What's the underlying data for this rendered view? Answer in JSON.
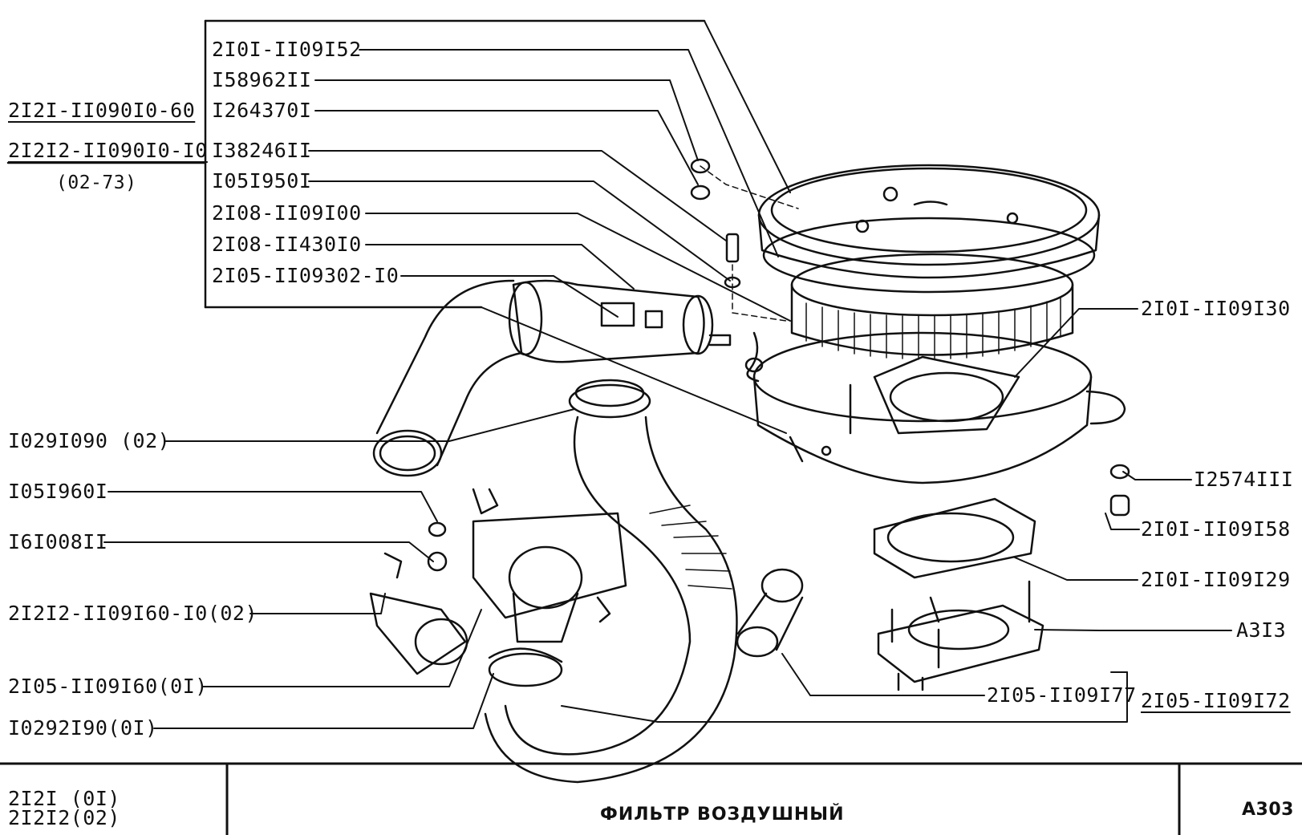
{
  "callouts": {
    "p2101_1109152": "2I0I-II09I52",
    "p15896211": "I58962II",
    "p12643701": "I264370I",
    "p13824611": "I38246II",
    "p10519501": "I05I950I",
    "p2108_1109100": "2I08-II09I00",
    "p2108_1143010": "2I08-II430I0",
    "p2105_1109302_10": "2I05-II09302-I0",
    "p2121_1109010_60": "2I2I-II090I0-60",
    "p21212_1109010_10": "2I2I2-II090I0-I0",
    "p02_73": "(02-73)",
    "p2101_1109130": "2I0I-II09I30",
    "p10291090_02": "I029I090 (02)",
    "p10519601": "I05I960I",
    "p16100811": "I6I008II",
    "p21212_1109160_10_02": "2I2I2-II09I60-I0(02)",
    "p2105_1109160_01": "2I05-II09I60(0I)",
    "p10292190_01": "I0292I90(0I)",
    "p1257411": "I2574III",
    "p2101_1109158": "2I0I-II09I58",
    "p2101_1109129": "2I0I-II09I29",
    "a313": "A3I3",
    "p2105_1109177": "2I05-II09I77",
    "p2105_1109172": "2I05-II09I72"
  },
  "title_block": {
    "models_line1": "2I2I (0I)",
    "models_line2": "2I2I2(02)",
    "title": "ФИЛЬТР ВОЗДУШНЫЙ",
    "sheet_code": "A303"
  }
}
